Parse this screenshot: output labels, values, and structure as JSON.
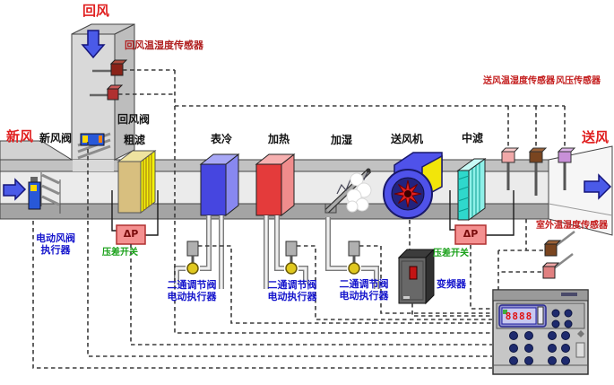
{
  "diagram": {
    "flows": {
      "return_air": "回风",
      "fresh_air": "新风",
      "supply_air": "送风"
    },
    "components": {
      "fresh_valve": "新风阀",
      "return_valve": "回风阀",
      "pre_filter": "粗滤",
      "cooling": "表冷",
      "heating": "加热",
      "humidifier": "加湿",
      "fan": "送风机",
      "mid_filter": "中滤",
      "vfd": "变频器"
    },
    "sensors": {
      "return_th": "回风温湿度传感器",
      "supply_th": "送风温湿度传感器",
      "pressure": "风压传感器",
      "outdoor_th": "室外温湿度传感器"
    },
    "actuators": {
      "damper_l1": "电动风阀",
      "damper_l2": "执行器",
      "valve_l1": "二通调节阀",
      "valve_l2": "电动执行器"
    },
    "dp": {
      "label": "压差开关",
      "symbol": "ΔP"
    },
    "controller": {
      "display": "8888"
    },
    "colors": {
      "flow_label": "#e02020",
      "sensor_label": "#c41e1e",
      "actuator_label": "#1414cc",
      "switch_label": "#18a018",
      "cooling_coil": "#4646e0",
      "heating_coil": "#e43b3b",
      "coarse_filter": "#f2f20a",
      "mid_filter": "#2fd8cc",
      "fan_housing": "#4f52ea",
      "arrow": "#4a5ae8",
      "dp_box": "#f49090"
    }
  }
}
